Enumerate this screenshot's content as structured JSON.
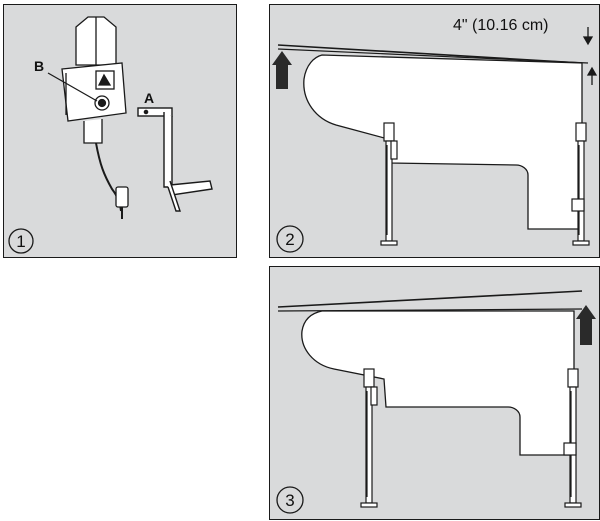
{
  "steps": [
    {
      "number": "1",
      "labels": {
        "b": "B",
        "a": "A"
      }
    },
    {
      "number": "2",
      "measurement": "4\" (10.16 cm)"
    },
    {
      "number": "3"
    }
  ],
  "colors": {
    "panel_bg": "#d9dadb",
    "line": "#1a1a1a",
    "arrow": "#2a2a2a",
    "body": "#ffffff"
  },
  "icons": [
    "motor-drive-icon",
    "hand-crank-icon",
    "camper-icon",
    "lift-arrow-icon",
    "jack-icon"
  ]
}
